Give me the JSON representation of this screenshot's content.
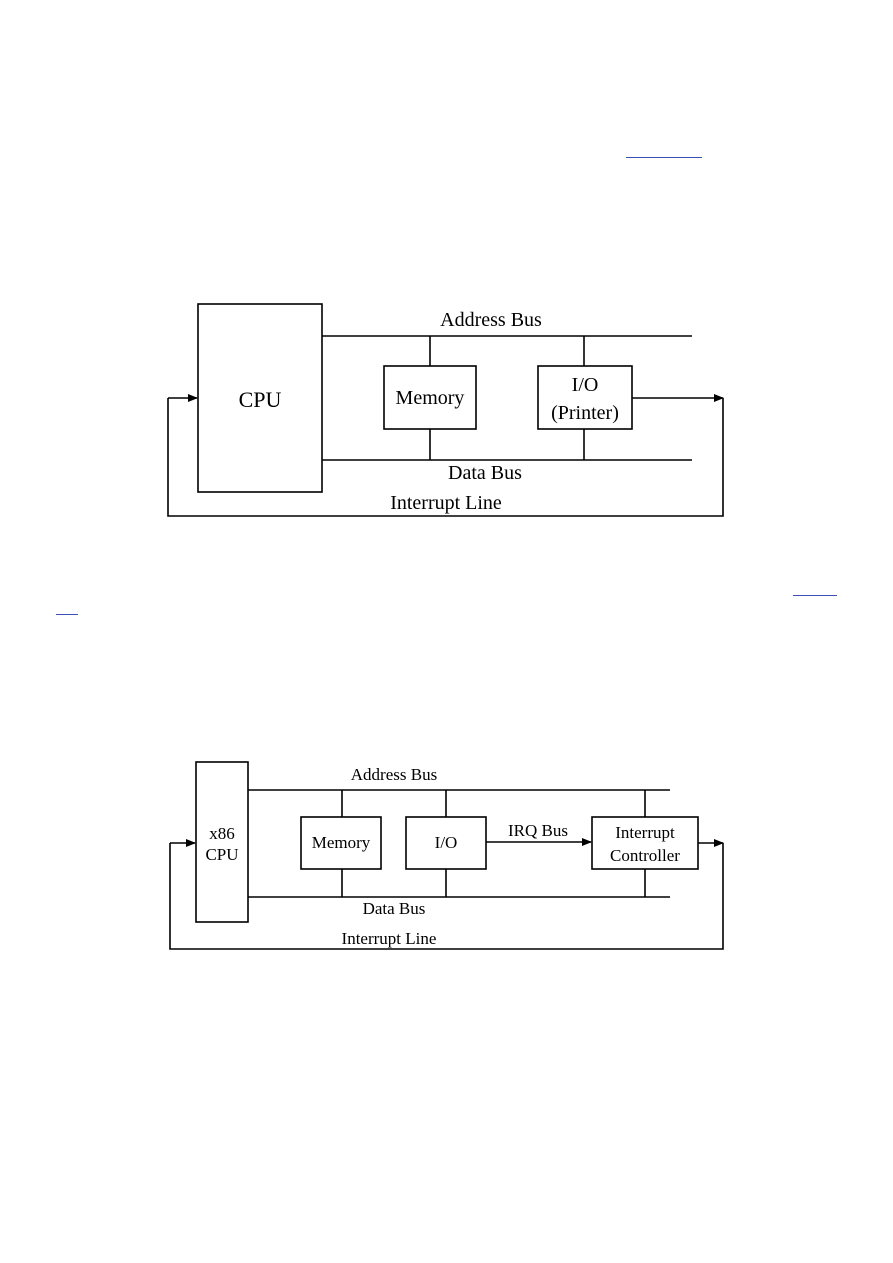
{
  "diagram1": {
    "cpu": "CPU",
    "memory": "Memory",
    "io_line1": "I/O",
    "io_line2": "(Printer)",
    "address_bus": "Address Bus",
    "data_bus": "Data Bus",
    "interrupt_line": "Interrupt Line"
  },
  "diagram2": {
    "cpu_line1": "x86",
    "cpu_line2": "CPU",
    "memory": "Memory",
    "io": "I/O",
    "irq_bus": "IRQ Bus",
    "controller_line1": "Interrupt",
    "controller_line2": "Controller",
    "address_bus": "Address Bus",
    "data_bus": "Data Bus",
    "interrupt_line": "Interrupt Line"
  }
}
